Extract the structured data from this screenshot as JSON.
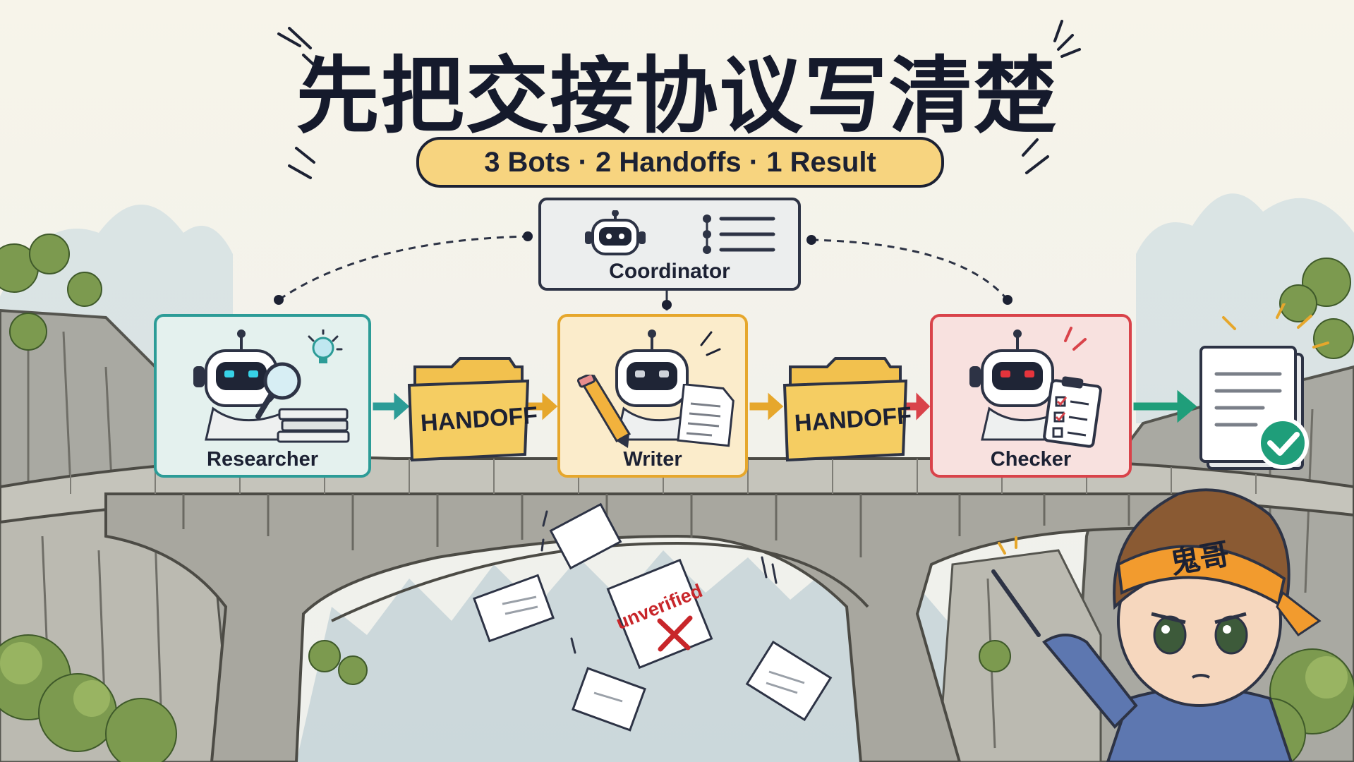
{
  "title": "先把交接协议写清楚",
  "subtitle": "3 Bots · 2 Handoffs · 1 Result",
  "coordinator": {
    "label": "Coordinator"
  },
  "agents": [
    {
      "label": "Researcher"
    },
    {
      "label": "Writer"
    },
    {
      "label": "Checker"
    }
  ],
  "handoffs": [
    "HANDOFF",
    "HANDOFF"
  ],
  "falling_page_stamp": "unverified",
  "character_headband": "鬼哥",
  "colors": {
    "researcher": "#2c9c97",
    "writer": "#e6a72c",
    "checker": "#d9434a",
    "coordinator": "#2d3345",
    "folder": "#f2c14e",
    "accent_green": "#1f9e7a",
    "title": "#151a2c",
    "subtitle_bg": "#f7d47f"
  },
  "icons": [
    "robot-icon",
    "list-icon",
    "magnifier-icon",
    "lightbulb-icon",
    "books-icon",
    "pencil-icon",
    "document-icon",
    "clipboard-icon",
    "folder-icon",
    "checkmark-icon",
    "arrow-right-icon"
  ]
}
